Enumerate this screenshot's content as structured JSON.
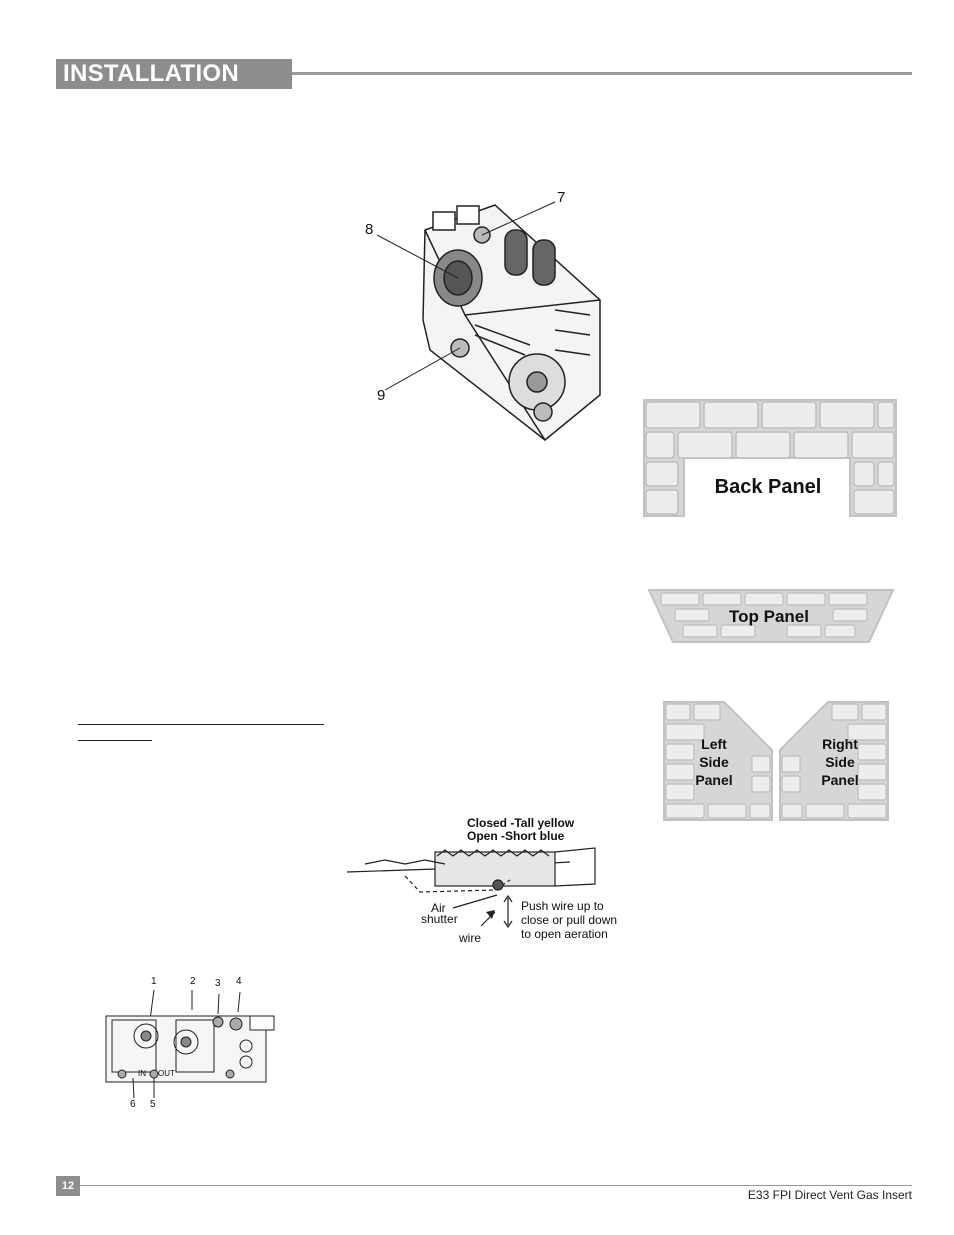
{
  "header": {
    "title": "INSTALLATION"
  },
  "valve_diagram": {
    "callouts": [
      "7",
      "8",
      "9"
    ]
  },
  "panels": {
    "back": "Back Panel",
    "top": "Top Panel",
    "left": [
      "Left",
      "Side",
      "Panel"
    ],
    "right": [
      "Right",
      "Side",
      "Panel"
    ]
  },
  "burner_diagram": {
    "closed_label": "Closed -Tall yellow",
    "open_label": "Open -Short blue",
    "air": "Air",
    "shutter": "shutter",
    "wire": "wire",
    "instruction": [
      "Push wire up to",
      "close or pull down",
      "to open aeration"
    ]
  },
  "control_valve": {
    "top_numbers": [
      "1",
      "2",
      "3",
      "4"
    ],
    "bottom_numbers": [
      "6",
      "5"
    ],
    "port_labels": [
      "IN",
      "OUT"
    ]
  },
  "footer": {
    "page_number": "12",
    "document_title": "E33 FPI Direct Vent Gas Insert"
  }
}
